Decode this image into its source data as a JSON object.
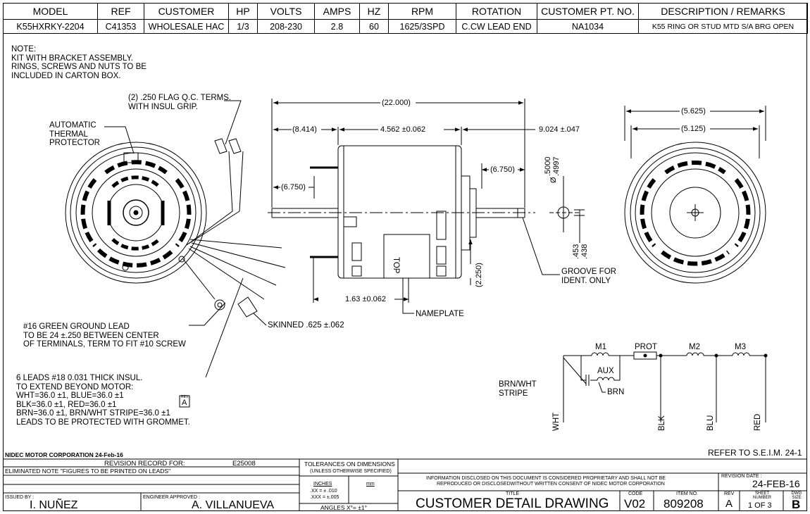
{
  "header": {
    "columns": [
      "MODEL",
      "REF",
      "CUSTOMER",
      "HP",
      "VOLTS",
      "AMPS",
      "HZ",
      "RPM",
      "ROTATION",
      "CUSTOMER PT. NO.",
      "DESCRIPTION / REMARKS"
    ],
    "values": [
      "K55HXRKY-2204",
      "C41353",
      "WHOLESALE HAC",
      "1/3",
      "208-230",
      "2.8",
      "60",
      "1625/3SPD",
      "C.CW LEAD END",
      "NA1034",
      "K55 RING OR STUD MTD S/A BRG OPEN"
    ]
  },
  "notes": {
    "main": [
      "NOTE:",
      "KIT WITH BRACKET ASSEMBLY.",
      "RINGS, SCREWS AND NUTS TO BE",
      "INCLUDED IN CARTON BOX."
    ],
    "terms": [
      "(2) .250 FLAG Q.C. TERMS.",
      "WITH INSUL GRIP."
    ],
    "protector": [
      "AUTOMATIC",
      "THERMAL",
      "PROTECTOR"
    ],
    "ground": [
      "#16 GREEN GROUND LEAD",
      "TO BE 24 ±.250 BETWEEN CENTER",
      "OF TERMINALS, TERM TO FIT #10 SCREW"
    ],
    "leads": [
      "6 LEADS #18 0.031 THICK INSUL.",
      "TO EXTEND BEYOND MOTOR:",
      "WHT=36.0 ±1, BLUE=36.0 ±1",
      "BLK=36.0 ±1, RED=36.0 ±1",
      "BRN=36.0 ±1, BRN/WHT STRIPE=36.0 ±1",
      "LEADS TO BE PROTECTED WITH GROMMET."
    ],
    "rev_mark": "A",
    "rev_tag": "REV.",
    "skinned": "SKINNED .625 ±.062",
    "nameplate": "NAMEPLATE",
    "groove": [
      "GROOVE FOR",
      "IDENT. ONLY"
    ],
    "top": "TOP",
    "refer": "REFER TO S.E.I.M. 24-1"
  },
  "dims": {
    "overall": "(22.000)",
    "left_ext": "(8.414)",
    "body": "4.562 ±0.062",
    "right_ext": "9.024 ±.047",
    "shaft_left": "(6.750)",
    "shaft_right": "(6.750)",
    "dia_label": "Ø",
    "dia_top": ".5000",
    "dia_bot": ".4997",
    "flat_top": ".453",
    "flat_bot": ".438",
    "stud_ht": "(2.250)",
    "stud_off": "1.63 ±0.062",
    "outer_dia": "(5.625)",
    "inner_dia": "(5.125)"
  },
  "schematic": {
    "coils": [
      "M1",
      "PROT",
      "M2",
      "M3",
      "AUX"
    ],
    "leads": [
      "WHT",
      "BLK",
      "BLU",
      "RED",
      "BRN"
    ],
    "brnwht": [
      "BRN/WHT",
      "STRIPE"
    ]
  },
  "titleblock": {
    "company": "NIDEC MOTOR CORPORATION 24-Feb-16",
    "rev_record_label": "REVISION RECORD FOR:",
    "rev_record_no": "E25008",
    "rev_note": "ELIMINATED NOTE \"FIGURES TO BE PRINTED ON LEADS\"",
    "tolerances": "TOLERANCES ON DIMENSIONS",
    "unless": "(UNLESS OTHERWISE SPECIFIED)",
    "inches": "INCHES",
    "mm": "mm",
    "xx": ".XX = ± .010",
    "xxx": ".XXX = ±.005",
    "angles": "ANGLES  X°= ±1°",
    "info1": "INFORMATION DISCLOSED ON THIS DOCUMENT IS CONSIDERED PROPRIETARY AND SHALL NOT BE",
    "info2": "REPRODUCED OR DISCLOSEDWITHOUT WRITTEN CONSENT OF NIDEC MOTOR CORPORATION",
    "title_label": "TITLE",
    "title": "CUSTOMER  DETAIL  DRAWING",
    "code_label": "CODE",
    "code": "V02",
    "item_label": "ITEM NO.",
    "item": "809208",
    "rev_label": "REV",
    "rev": "A",
    "revdate_label": "REVISION DATE :",
    "revdate": "24-FEB-16",
    "sheet_label": "SHEET NUMBER",
    "sheet": "1  OF  3",
    "size_label": "DWG SIZE",
    "size": "B",
    "issued_label": "ISSUED BY :",
    "issued": "I. NUÑEZ",
    "eng_label": "ENGINEER APPROVED :",
    "eng": "A. VILLANUEVA"
  }
}
